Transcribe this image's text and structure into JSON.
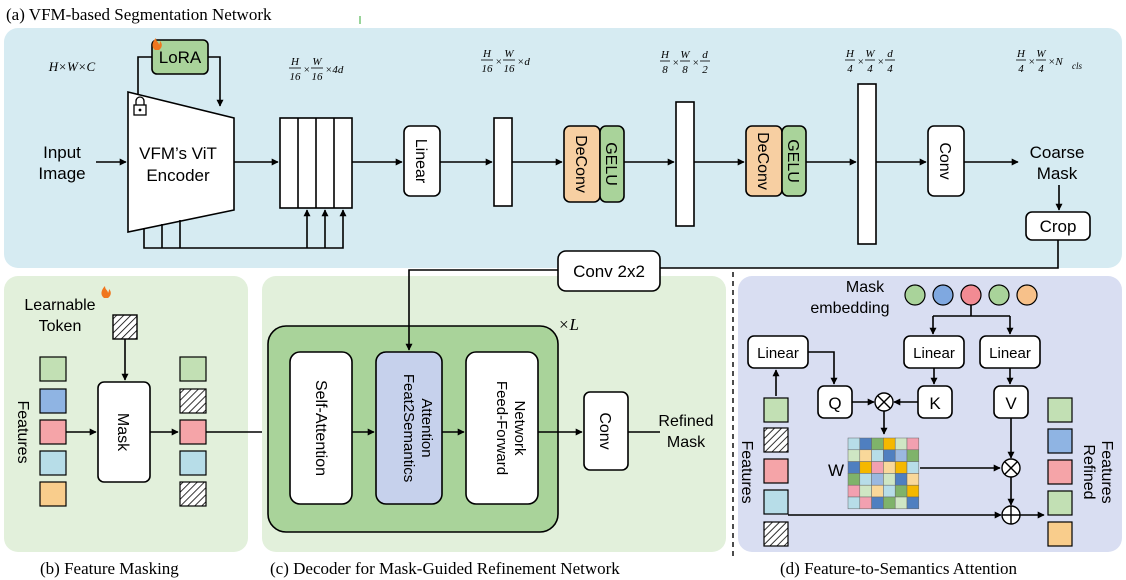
{
  "titles": {
    "a": "(a) VFM-based  Segmentation  Network",
    "b": "(b) Feature Masking",
    "c": "(c) Decoder  for Mask-Guided  Refinement  Network",
    "d": "(d) Feature-to-Semantics  Attention"
  },
  "panel_a": {
    "input_line1": "Input",
    "input_line2": "Image",
    "input_dim": "H×W×C",
    "lora": "LoRA",
    "encoder_line1": "VFM’s ViT",
    "encoder_line2": "Encoder",
    "dim1": {
      "num1": "H",
      "den1": "16",
      "num2": "W",
      "den2": "16",
      "tail": "×4d"
    },
    "dim2": {
      "num1": "H",
      "den1": "16",
      "num2": "W",
      "den2": "16",
      "tail": "×d"
    },
    "dim3": {
      "num1": "H",
      "den1": "8",
      "num2": "W",
      "den2": "8",
      "num3": "d",
      "den3": "2"
    },
    "dim4": {
      "num1": "H",
      "den1": "4",
      "num2": "W",
      "den2": "4",
      "num3": "d",
      "den3": "4"
    },
    "dim5": {
      "num1": "H",
      "den1": "4",
      "num2": "W",
      "den2": "4",
      "tail": "×N",
      "sub": "cls"
    },
    "linear": "Linear",
    "deconv": "DeConv",
    "gelu": "GELU",
    "conv": "Conv",
    "coarse_line1": "Coarse",
    "coarse_line2": "Mask",
    "crop": "Crop",
    "conv2x2": "Conv 2x2"
  },
  "panel_b": {
    "learnable_line1": "Learnable",
    "learnable_line2": "Token",
    "features": "Features",
    "mask": "Mask"
  },
  "panel_c": {
    "repeat": "×L",
    "self_attention": "Self-Attention",
    "f2s_line1": "Feat2Semantics",
    "f2s_line2": "Attention",
    "ffn_line1": "Feed-Forward",
    "ffn_line2": "Network",
    "conv": "Conv",
    "refined_line1": "Refined",
    "refined_line2": "Mask"
  },
  "panel_d": {
    "mask_emb_line1": "Mask",
    "mask_emb_line2": "embedding",
    "linear": "Linear",
    "q": "Q",
    "k": "K",
    "v": "V",
    "w": "W",
    "features": "Features",
    "refined_line1": "Refined",
    "refined_line2": "Features"
  },
  "colors": {
    "panel_a_bg": "#d6ebf2",
    "panel_b_bg": "#e2f0db",
    "panel_c_bg": "#e2f0db",
    "panel_c_inner": "#a9d39a",
    "panel_d_bg": "#d9def2",
    "lora": "#a9d39a",
    "deconv": "#f7cfa2",
    "gelu": "#a9d39a",
    "f2s": "#c6d1ec",
    "feat_green": "#c2e0b4",
    "feat_blue": "#8fb4e3",
    "feat_red": "#f5a4a8",
    "feat_cyan": "#b7dde8",
    "feat_orange": "#f9cd8c",
    "emb_green": "#a9d39a",
    "emb_blue": "#7fa8e0",
    "emb_red": "#f28b93",
    "emb_orange": "#f7c18a"
  }
}
